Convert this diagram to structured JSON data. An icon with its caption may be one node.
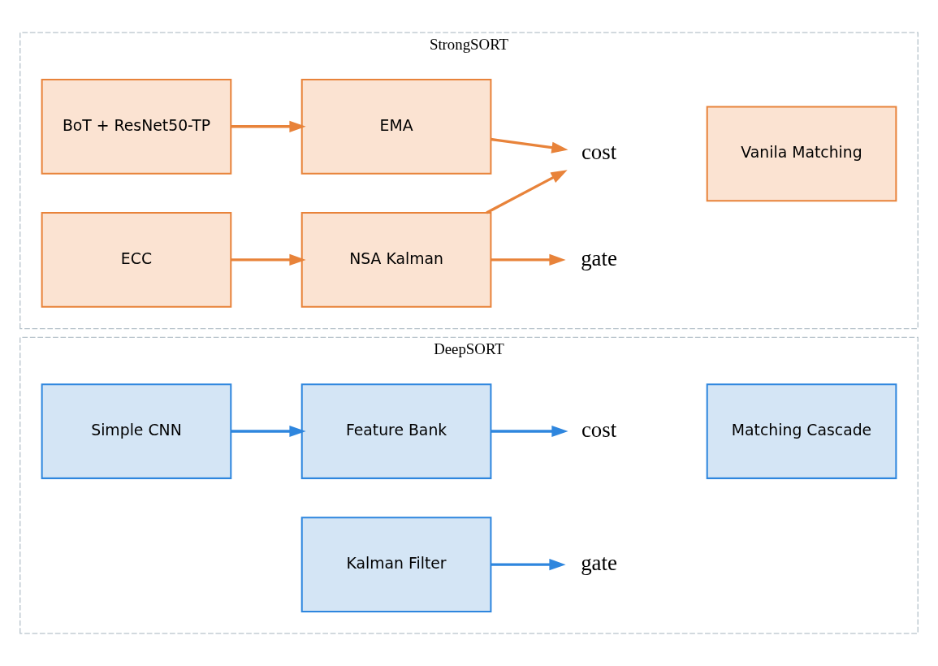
{
  "diagram": {
    "nodes": [
      {
        "text": [
          "DeepSORT"
        ]
      },
      {
        "text": [
          "Simple CNN"
        ],
        "in": 0
      },
      {
        "text": [
          "Feature Bank"
        ],
        "in": 0
      },
      {
        "text": [
          "cost"
        ],
        "in": 0
      },
      {
        "text": [
          "Kalman Filter"
        ],
        "in": 0
      },
      {
        "text": [
          "gate"
        ],
        "in": 0
      },
      {
        "text": [
          "Matching Cascade"
        ],
        "in": 0
      },
      {
        "text": [
          "StrongSORT"
        ]
      },
      {
        "text": [
          "BoT + ResNet50-TP"
        ],
        "in": 7
      },
      {
        "text": [
          "EMA"
        ],
        "in": 7
      },
      {
        "text": [
          "cost"
        ],
        "in": 7
      },
      {
        "text": [
          "ECC"
        ],
        "in": 7
      },
      {
        "text": [
          "NSA Kalman"
        ],
        "in": 7
      },
      {
        "text": [
          "gate"
        ],
        "in": 7
      },
      {
        "text": [
          "Vanila Matching"
        ],
        "in": 7
      }
    ],
    "edges": [
      {
        "from": 1,
        "to": 2,
        "arrow": "to",
        "color": "#2e86de"
      },
      {
        "from": 2,
        "to": 3,
        "arrow": "to",
        "color": "#2e86de"
      },
      {
        "from": 4,
        "to": 5,
        "arrow": "to",
        "color": "#2e86de"
      },
      {
        "from": 8,
        "to": 9,
        "arrow": "to",
        "color": "#e8833a"
      },
      {
        "from": 9,
        "to": 10,
        "arrow": "to",
        "color": "#e8833a"
      },
      {
        "from": 11,
        "to": 12,
        "arrow": "to",
        "color": "#e8833a"
      },
      {
        "from": 12,
        "to": 10,
        "arrow": "to",
        "color": "#e8833a"
      },
      {
        "from": 12,
        "to": 13,
        "arrow": "to",
        "color": "#e8833a"
      }
    ]
  }
}
